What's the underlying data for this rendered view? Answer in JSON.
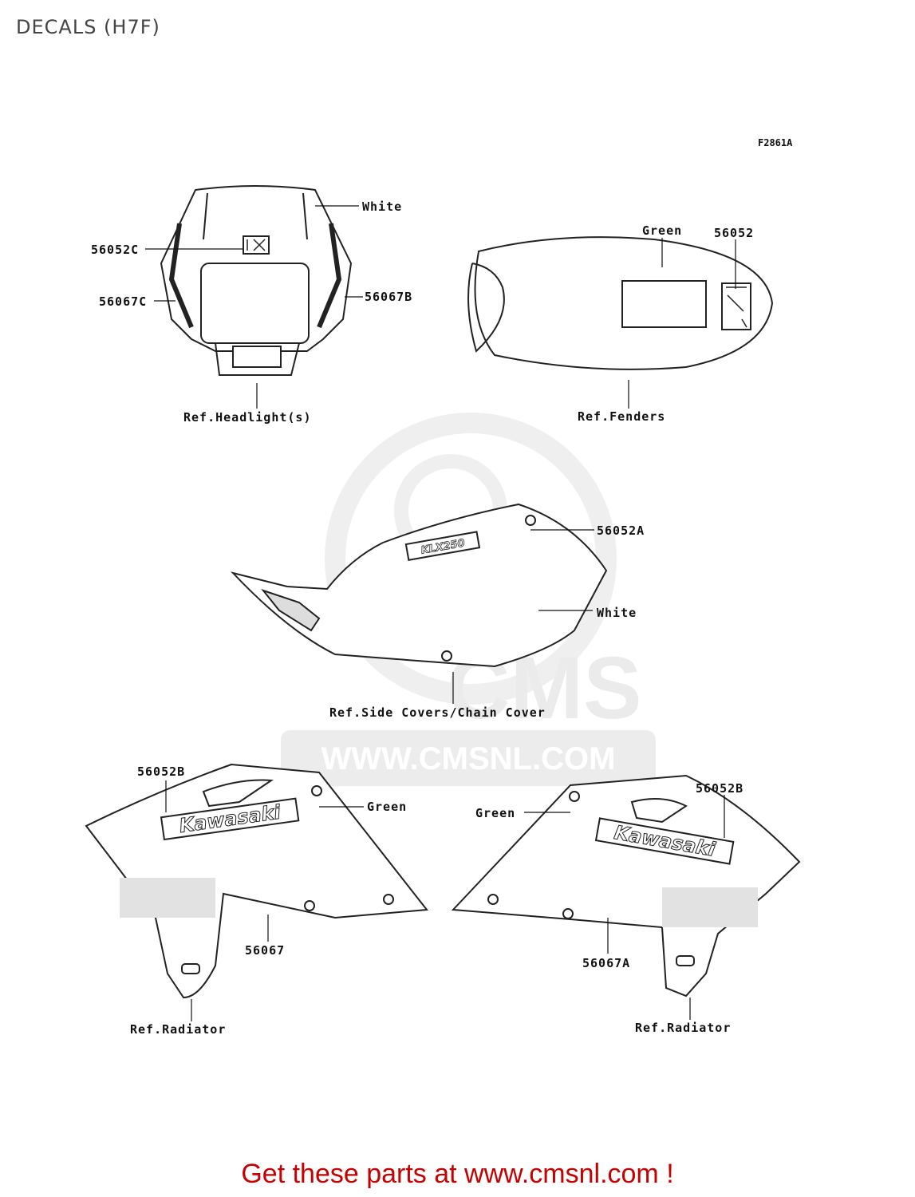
{
  "page": {
    "title": "DECALS (H7F)",
    "figure_id": "F2861A",
    "footer": "Get these parts at www.cmsnl.com !"
  },
  "watermark": {
    "brand": "CMS",
    "url": "WWW.CMSNL.COM"
  },
  "decal_text": {
    "kawasaki": "Kawasaki",
    "model": "KLX250"
  },
  "labels": {
    "headlight_white": "White",
    "headlight_56052C": "56052C",
    "headlight_56067C": "56067C",
    "headlight_56067B": "56067B",
    "headlight_ref": "Ref.Headlight(s)",
    "fender_green": "Green",
    "fender_56052": "56052",
    "fender_ref": "Ref.Fenders",
    "side_56052A": "56052A",
    "side_white": "White",
    "side_ref": "Ref.Side Covers/Chain Cover",
    "left_56052B": "56052B",
    "left_green": "Green",
    "left_56067": "56067",
    "left_ref": "Ref.Radiator",
    "right_green": "Green",
    "right_56052B": "56052B",
    "right_56067A": "56067A",
    "right_ref": "Ref.Radiator"
  }
}
